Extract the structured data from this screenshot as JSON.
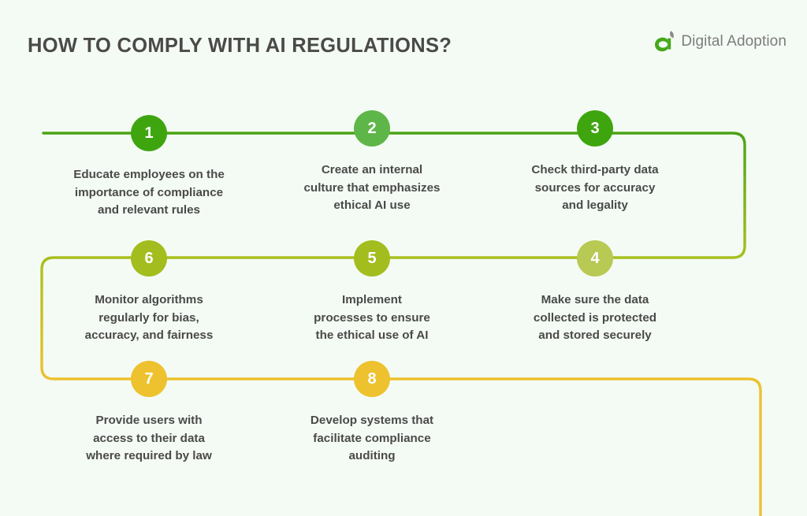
{
  "header": {
    "title": "HOW TO COMPLY WITH AI REGULATIONS?",
    "logo_text": "Digital Adoption",
    "logo_icon": "digital-adoption-leaf-a-logo"
  },
  "theme": {
    "background": "#f4fbf5",
    "text_color": "#4a4a48",
    "logo_green": "#46a81c",
    "logo_gray": "#8a8a8a",
    "line_green": "#4aa314",
    "line_olive": "#a8bf1e",
    "line_yellow": "#edc22e"
  },
  "steps": [
    {
      "number": "1",
      "text": "Educate employees on the\nimportance of compliance\nand relevant rules",
      "color": "#3fa50f"
    },
    {
      "number": "2",
      "text": "Create an internal\nculture that emphasizes\nethical AI use",
      "color": "#5fb648"
    },
    {
      "number": "3",
      "text": "Check third-party data\nsources for accuracy\nand legality",
      "color": "#3fa50f"
    },
    {
      "number": "4",
      "text": "Make sure the data\ncollected is protected\nand stored securely",
      "color": "#b8c954"
    },
    {
      "number": "5",
      "text": "Implement\nprocesses to ensure\nthe ethical use of AI",
      "color": "#a3bd1e"
    },
    {
      "number": "6",
      "text": "Monitor algorithms\nregularly for bias,\naccuracy, and fairness",
      "color": "#a3bd1e"
    },
    {
      "number": "7",
      "text": "Provide users with\naccess to their data\nwhere required by law",
      "color": "#edc22e"
    },
    {
      "number": "8",
      "text": "Develop systems that\nfacilitate compliance\nauditing",
      "color": "#edc22e"
    }
  ]
}
